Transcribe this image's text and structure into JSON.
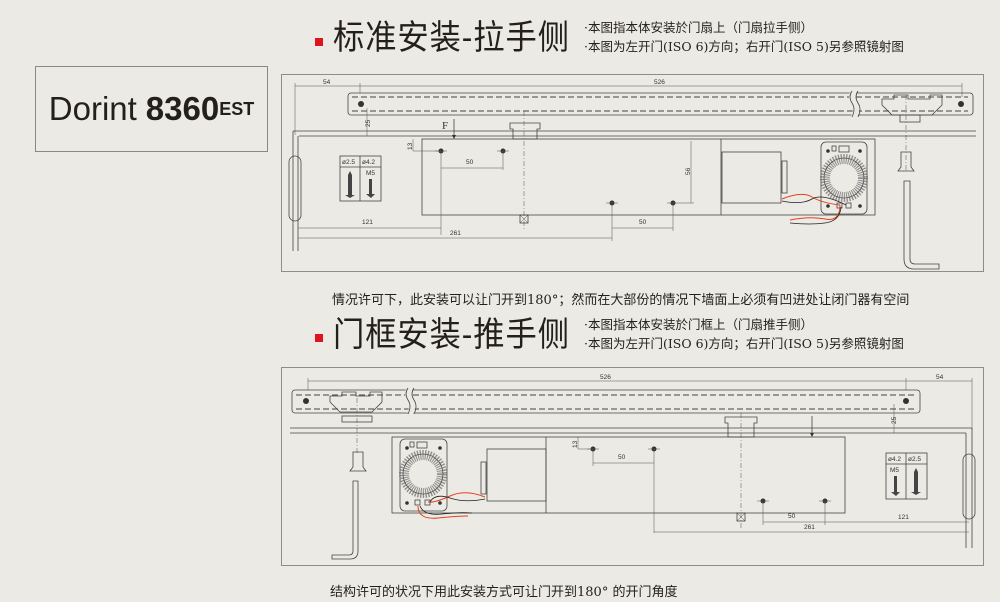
{
  "logo": {
    "brand": "Dorint",
    "model": "8360",
    "suffix": "EST"
  },
  "section1": {
    "title": "标准安装-拉手侧",
    "notes": [
      "·本图指本体安装於门扇上（门扇拉手侧）",
      "·本图为左开门(ISO 6)方向；右开门(ISO 5)另参照镜射图"
    ],
    "caption": "情况许可下，此安装可以让门开到180°；然而在大部份的情况下墙面上必须有凹进处让闭门器有空间",
    "dims": {
      "d54": "54",
      "d526": "526",
      "d25": "25",
      "d13": "13",
      "d50a": "50",
      "d56": "56",
      "d121": "121",
      "d261": "261",
      "d50b": "50",
      "force": "F"
    },
    "screws": {
      "a": "ø2.5",
      "b": "ø4.2",
      "c": "M5"
    }
  },
  "section2": {
    "title": "门框安装-推手侧",
    "notes": [
      "·本图指本体安装於门框上（门扇推手侧）",
      "·本图为左开门(ISO 6)方向；右开门(ISO 5)另参照镜射图"
    ],
    "caption": "结构许可的状况下用此安装方式可让门开到180° 的开门角度",
    "dims": {
      "d526": "526",
      "d54": "54",
      "d25": "25",
      "d13": "13",
      "d50a": "50",
      "d50b": "50",
      "d121": "121",
      "d261": "261"
    },
    "screws": {
      "a": "ø4.2",
      "b": "ø2.5",
      "c": "M5"
    }
  },
  "colors": {
    "bullet": "#e0141e",
    "wire_red": "#e8401c",
    "wire_black": "#222222"
  }
}
